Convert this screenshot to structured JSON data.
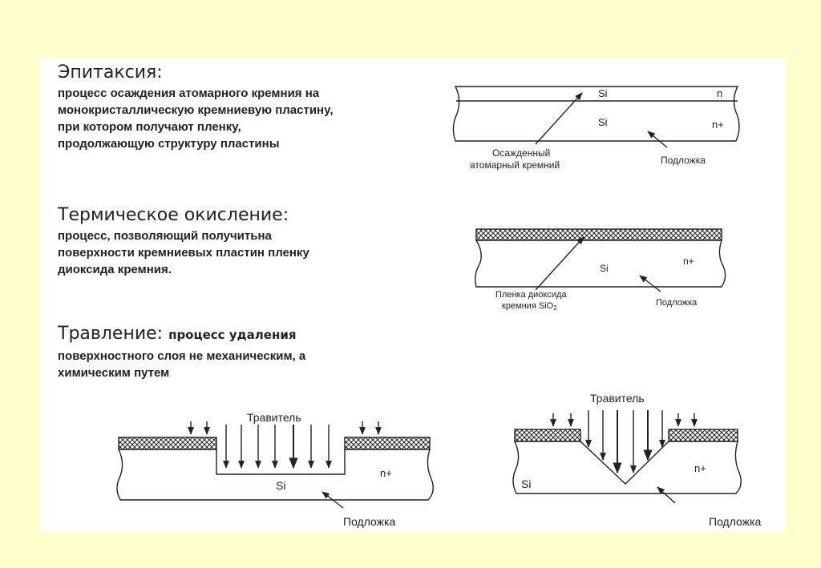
{
  "sections": {
    "epitaxy": {
      "heading": "Эпитаксия:",
      "lines": [
        "процесс осаждения атомарного кремния на",
        "монокристаллическую кремниевую пластину,",
        "при котором получают пленку,",
        "продолжающую структуру пластины"
      ]
    },
    "oxidation": {
      "heading": "Термическое окисление:",
      "lines": [
        "процесс, позволяющий получитьна",
        "поверхности кремниевых пластин пленку",
        "диоксида кремния."
      ]
    },
    "etching": {
      "heading": "Травление:",
      "inline": "процесс удаления",
      "lines": [
        "поверхностного слоя не механическим, а",
        "химическим путем"
      ]
    }
  },
  "diagrams": {
    "epitaxy": {
      "layer_top": "Si",
      "layer_top_type": "n",
      "layer_bottom": "Si",
      "layer_bottom_type": "n+",
      "deposit_label_1": "Осажденный",
      "deposit_label_2": "атомарный кремний",
      "substrate_label": "Подложка"
    },
    "oxidation": {
      "si": "Si",
      "type": "n+",
      "film_label_1": "Пленка диоксида",
      "film_label_2": "кремния SiO",
      "film_label_sub": "2",
      "substrate_label": "Подложка"
    },
    "etch_left": {
      "etchant": "Травитель",
      "si": "Si",
      "type": "n+",
      "substrate_label": "Подложка"
    },
    "etch_right": {
      "etchant": "Травитель",
      "si": "Si",
      "type": "n+",
      "substrate_label": "Подложка"
    }
  },
  "colors": {
    "page_background": "#ffffcc",
    "slide_background": "#ffffff",
    "ink": "#222222"
  }
}
